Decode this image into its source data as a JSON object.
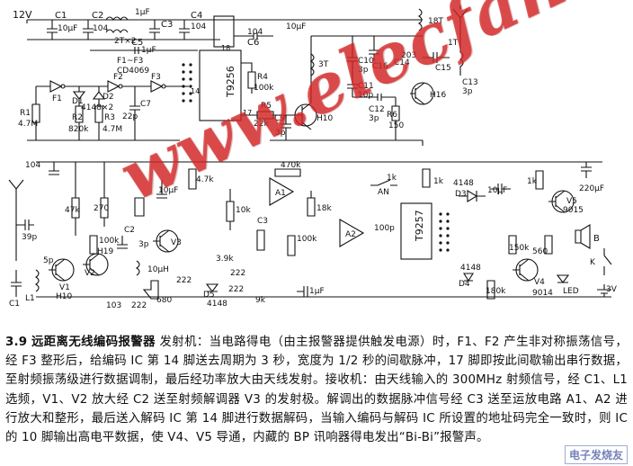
{
  "watermark": "www.elecfans.com",
  "logo": "电子发烧友",
  "schematic_labels": {
    "v12": "12V",
    "c1": "C1",
    "c1_val": "10μF",
    "c2": "C2",
    "c2_val": "104",
    "c3": "C3",
    "c3_val": "1μF",
    "c4": "C4",
    "c4_val": "104",
    "c5": "C5",
    "c5_val": "1μF",
    "c6": "C6",
    "c6_val": "104",
    "l_2t": "2T×2",
    "f1_f3": "F1~F3",
    "cd4069": "CD4069",
    "f1": "F1",
    "f2": "F2",
    "f3": "F3",
    "d1": "D1",
    "d1_val": "4148×2",
    "d2": "D2",
    "r1": "R1",
    "r1_val": "4.7M",
    "r2": "R2",
    "r2_val": "820k",
    "r3": "R3",
    "r3_val": "4.7M",
    "c22p": "22p",
    "c7": "C7",
    "ic_t9256": "T9256",
    "r4": "R4",
    "r4_val": "100k",
    "pin17": "17",
    "pin14": "14",
    "pin18": "18",
    "r5": "R5",
    "r5_val": "22k",
    "c9": "C9",
    "c9_val": "3p",
    "h10": "H10",
    "l_3t": "3T",
    "c10": "C10",
    "c10_val": "3p",
    "c11": "C11",
    "c11_val": "10p",
    "c12": "C12",
    "c12_val": "3p",
    "c13": "C13",
    "c13_val": "3p",
    "c14": "C14",
    "c15": "C15",
    "c16": "C16",
    "c203": "203",
    "c18t": "18T",
    "c10uf": "10μF",
    "r6": "R6",
    "r6_val": "150",
    "h16": "H16",
    "l_1t": "1T",
    "r104": "104",
    "c39p": "39p",
    "l1": "L1",
    "c1b": "C1",
    "v1": "V1",
    "h10b": "H10",
    "r47k": "47k",
    "r100k": "100k",
    "r270": "270",
    "c5p": "5p",
    "v2": "V2",
    "h19": "H19",
    "c103": "103",
    "c222a": "222",
    "r680": "680",
    "c2b": "C2",
    "c3p": "3p",
    "v3": "V3",
    "c10uh": "10μH",
    "c10uf2": "10μF",
    "r4_7k": "4.7k",
    "c222b": "222",
    "d5": "D5",
    "d4148": "4148",
    "r3_9k": "3.9k",
    "c222c": "222",
    "c222d": "222",
    "r470k": "470k",
    "a1": "A1",
    "a2": "A2",
    "c3b": "C3",
    "r9k": "9k",
    "r18k": "18k",
    "c1uf": "1μF",
    "r10k": "10k",
    "r100k_b": "100k",
    "r100p": "100p",
    "ic_t9257": "T9257",
    "r1k_a": "1k",
    "r1k_b": "1k",
    "an": "AN",
    "sw1k": "1k",
    "d3": "D3",
    "d3v": "4148",
    "d4": "D4",
    "d4v": "4148",
    "c10uf3": "10μF",
    "r150k": "150k",
    "r180k": "180k",
    "v4": "V4",
    "v4_val": "9014",
    "v5": "V5",
    "v5_val": "9015",
    "r560": "560",
    "led": "LED",
    "c220uf": "220μF",
    "bp": "B",
    "k": "K",
    "v3v": "3V"
  },
  "caption": {
    "number": "3.9",
    "title": "远距离无线编码报警器",
    "body": "发射机：当电路得电（由主报警器提供触发电源）时，F1、F2 产生非对称振荡信号，经 F3 整形后，给编码 IC 第 14 脚送去周期为 3 秒，宽度为 1/2 秒的间歇脉冲，17 脚即按此间歇输出串行数据，至射频振荡级进行数据调制，最后经功率放大由天线发射。接收机：由天线输入的 300MHz 射频信号，经 C1、L1 选频，V1、V2 放大经 C2 送至射频解调器 V3 的发射极。解调出的数据脉冲信号经 C3 送至运放电路 A1、A2 进行放大和整形，最后送入解码 IC 第 14 脚进行数据解码，当输入编码与解码 IC 所设置的地址码完全一致时，则 IC 的 10 脚输出高电平数据，使 V4、V5 导通，内藏的 BP 讯响器得电发出“Bi-Bi”报警声。"
  }
}
